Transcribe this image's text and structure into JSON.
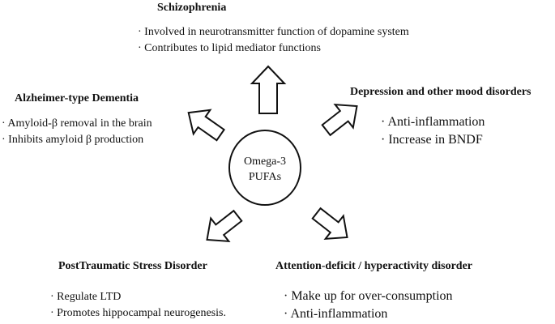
{
  "center": {
    "line1": "Omega-3",
    "line2": "PUFAs"
  },
  "nodes": {
    "schizophrenia": {
      "title": "Schizophrenia",
      "items": [
        "Involved in neurotransmitter function of dopamine system",
        "Contributes to lipid mediator functions"
      ]
    },
    "depression": {
      "title": "Depression and other mood disorders",
      "items": [
        "Anti-inflammation",
        "Increase in BNDF"
      ]
    },
    "alzheimer": {
      "title": "Alzheimer-type Dementia",
      "items": [
        "Amyloid-β removal in the brain",
        "Inhibits amyloid β production"
      ]
    },
    "ptsd": {
      "title": "PostTraumatic Stress Disorder",
      "items": [
        "Regulate LTD",
        "Promotes hippocampal neurogenesis."
      ]
    },
    "adhd": {
      "title": "Attention-deficit / hyperactivity disorder",
      "items": [
        "Make up for over-consumption",
        "Anti-inflammation"
      ]
    }
  }
}
